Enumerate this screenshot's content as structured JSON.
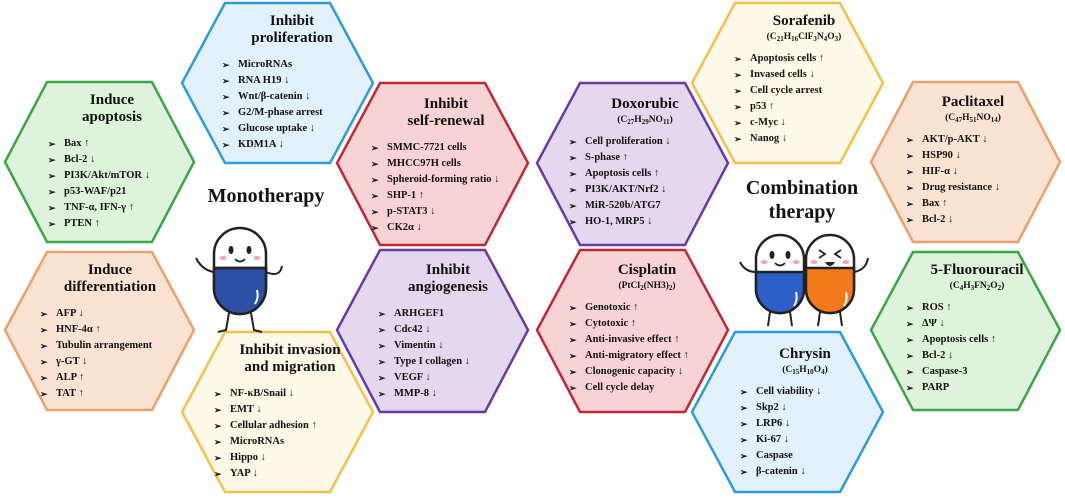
{
  "labels": {
    "monotherapy": "Monotherapy",
    "combination_line1": "Combination",
    "combination_line2": "therapy"
  },
  "colors": {
    "green_stroke": "#3aa64a",
    "green_fill": "#dff2dc",
    "blue_stroke": "#2e9be0",
    "blue_fill": "#e2f1fc",
    "red_stroke": "#c0283a",
    "red_fill": "#f8d3d4",
    "purple_stroke": "#6a3aa1",
    "purple_fill": "#e4d8ee",
    "orange_stroke": "#e9a06f",
    "orange_fill": "#fbe3d3",
    "yellow_stroke": "#f2c14a",
    "yellow_fill": "#fff9ea"
  },
  "hexes": {
    "induce_apoptosis": {
      "title": [
        "Induce",
        "apoptosis"
      ],
      "items": [
        "Bax ↑",
        "Bcl-2 ↓",
        "PI3K/Akt/mTOR ↓",
        "p53-WAF/p21",
        "TNF-α, IFN-γ ↑",
        "PTEN ↑"
      ]
    },
    "inhibit_proliferation": {
      "title": [
        "Inhibit",
        "proliferation"
      ],
      "items": [
        "MicroRNAs",
        "RNA H19 ↓",
        "Wnt/β-catenin ↓",
        "G2/M-phase arrest",
        "Glucose uptake ↓",
        "KDM1A ↓"
      ]
    },
    "induce_differentiation": {
      "title": [
        "Induce",
        "differentiation"
      ],
      "items": [
        "AFP ↓",
        "HNF-4α ↑",
        "Tubulin arrangement",
        "γ-GT ↓",
        "ALP ↑",
        "TAT ↑"
      ]
    },
    "inhibit_invasion": {
      "title": [
        "Inhibit invasion",
        "and migration"
      ],
      "items": [
        "NF-κB/Snail ↓",
        "EMT ↓",
        "Cellular adhesion ↑",
        "MicroRNAs",
        "Hippo ↓",
        "YAP ↓"
      ]
    },
    "inhibit_self_renewal": {
      "title": [
        "Inhibit",
        "self-renewal"
      ],
      "items": [
        "SMMC-7721 cells",
        "MHCC97H cells",
        "Spheroid-forming ratio ↓",
        "SHP-1 ↑",
        "p-STAT3 ↓",
        "CK2α ↓"
      ]
    },
    "inhibit_angiogenesis": {
      "title": [
        "Inhibit",
        "angiogenesis"
      ],
      "items": [
        "ARHGEF1",
        "Cdc42 ↓",
        "Vimentin ↓",
        "Type I collagen ↓",
        "VEGF ↓",
        "MMP-8 ↓"
      ]
    },
    "doxorubic": {
      "title": [
        "Doxorubic"
      ],
      "formula": "C<sub>27</sub>H<sub>29</sub>NO<sub>11</sub>",
      "items": [
        "Cell proliferation ↓",
        "S-phase ↑",
        "Apoptosis cells ↑",
        "PI3K/AKT/Nrf2 ↓",
        "MiR-520b/ATG7",
        "HO-1, MRP5 ↓"
      ]
    },
    "cisplatin": {
      "title": [
        "Cisplatin"
      ],
      "formula": "PtCl<sub>2</sub>(NH3)<sub>2</sub>",
      "items": [
        "Genotoxic ↑",
        "Cytotoxic ↑",
        "Anti-invasive effect ↑",
        "Anti-migratory effect ↑",
        "Clonogenic capacity ↓",
        "Cell cycle delay"
      ]
    },
    "sorafenib": {
      "title": [
        "Sorafenib"
      ],
      "formula": "C<sub>21</sub>H<sub>16</sub>ClF<sub>3</sub>N<sub>4</sub>O<sub>3</sub>",
      "items": [
        "Apoptosis cells ↑",
        "Invased cells ↓",
        "Cell cycle arrest",
        "p53 ↑",
        "c-Myc ↓",
        "Nanog ↓"
      ]
    },
    "paclitaxel": {
      "title": [
        "Paclitaxel"
      ],
      "formula": "C<sub>47</sub>H<sub>51</sub>NO<sub>14</sub>",
      "items": [
        "AKT/p-AKT ↓",
        "HSP90 ↓",
        "HIF-α ↓",
        "Drug resistance ↓",
        "Bax ↑",
        "Bcl-2 ↓"
      ]
    },
    "fluorouracil": {
      "title": [
        "5-Fluorouracil"
      ],
      "formula": "C<sub>4</sub>H<sub>3</sub>FN<sub>2</sub>O<sub>2</sub>",
      "items": [
        "ROS ↑",
        "ΔΨ ↓",
        "Apoptosis cells ↑",
        "Bcl-2 ↓",
        "Caspase-3",
        "PARP"
      ]
    },
    "chrysin": {
      "title": [
        "Chrysin"
      ],
      "formula": "C<sub>15</sub>H<sub>10</sub>O<sub>4</sub>",
      "items": [
        "Cell viability ↓",
        "Skp2 ↓",
        "LRP6 ↓",
        "Ki-67 ↓",
        "Caspase",
        "β-catenin ↓"
      ]
    }
  }
}
